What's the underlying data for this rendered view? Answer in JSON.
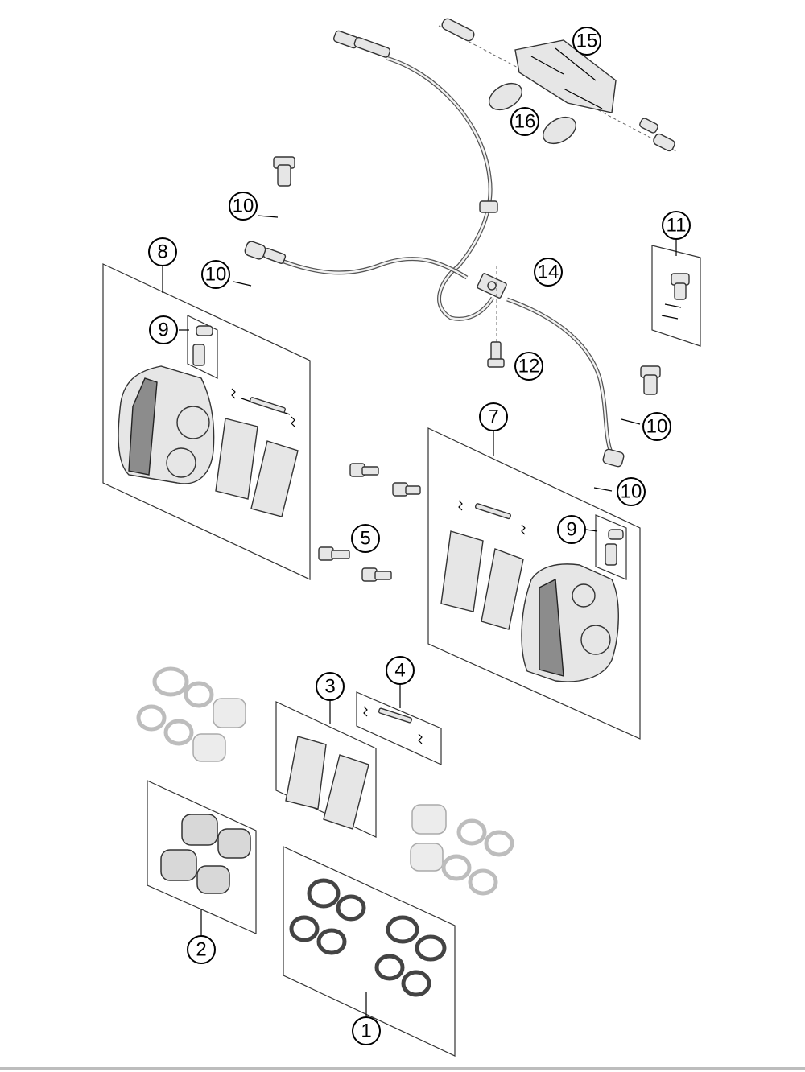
{
  "diagram": {
    "colors": {
      "line": "#000000",
      "panel_border": "#333333",
      "part_fill": "#e6e6e6",
      "faded_part": "#bdbdbd",
      "background": "#ffffff"
    },
    "callouts": [
      {
        "id": "c15",
        "label": "15"
      },
      {
        "id": "c16",
        "label": "16"
      },
      {
        "id": "c10a",
        "label": "10"
      },
      {
        "id": "c10b",
        "label": "10"
      },
      {
        "id": "c8",
        "label": "8"
      },
      {
        "id": "c11",
        "label": "11"
      },
      {
        "id": "c14",
        "label": "14"
      },
      {
        "id": "c9a",
        "label": "9"
      },
      {
        "id": "c12",
        "label": "12"
      },
      {
        "id": "c7",
        "label": "7"
      },
      {
        "id": "c10c",
        "label": "10"
      },
      {
        "id": "c10d",
        "label": "10"
      },
      {
        "id": "c5",
        "label": "5"
      },
      {
        "id": "c9b",
        "label": "9"
      },
      {
        "id": "c4",
        "label": "4"
      },
      {
        "id": "c3",
        "label": "3"
      },
      {
        "id": "c2",
        "label": "2"
      },
      {
        "id": "c1",
        "label": "1"
      }
    ]
  }
}
